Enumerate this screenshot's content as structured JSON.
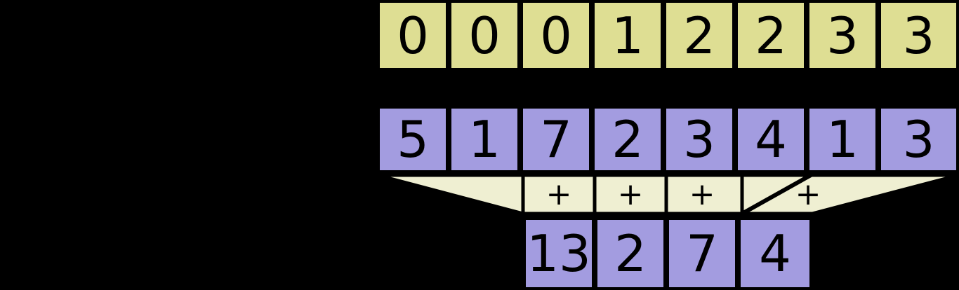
{
  "diagram": {
    "title": "segmented-reduction",
    "colors": {
      "flag_fill": "#dede93",
      "value_fill": "#a39ce0",
      "funnel_fill": "#efefd2",
      "stroke": "#000000",
      "background": "#000000"
    },
    "flags_row": {
      "name": "segment-flags",
      "cells": [
        "0",
        "0",
        "0",
        "1",
        "2",
        "2",
        "3",
        "3"
      ]
    },
    "values_row": {
      "name": "input-values",
      "cells": [
        "5",
        "1",
        "7",
        "2",
        "3",
        "4",
        "1",
        "3"
      ]
    },
    "operators": {
      "name": "reduction-operators",
      "symbols": [
        "+",
        "+",
        "+",
        "+"
      ]
    },
    "result_row": {
      "name": "reduced-values",
      "cells": [
        "13",
        "2",
        "7",
        "4"
      ]
    }
  }
}
